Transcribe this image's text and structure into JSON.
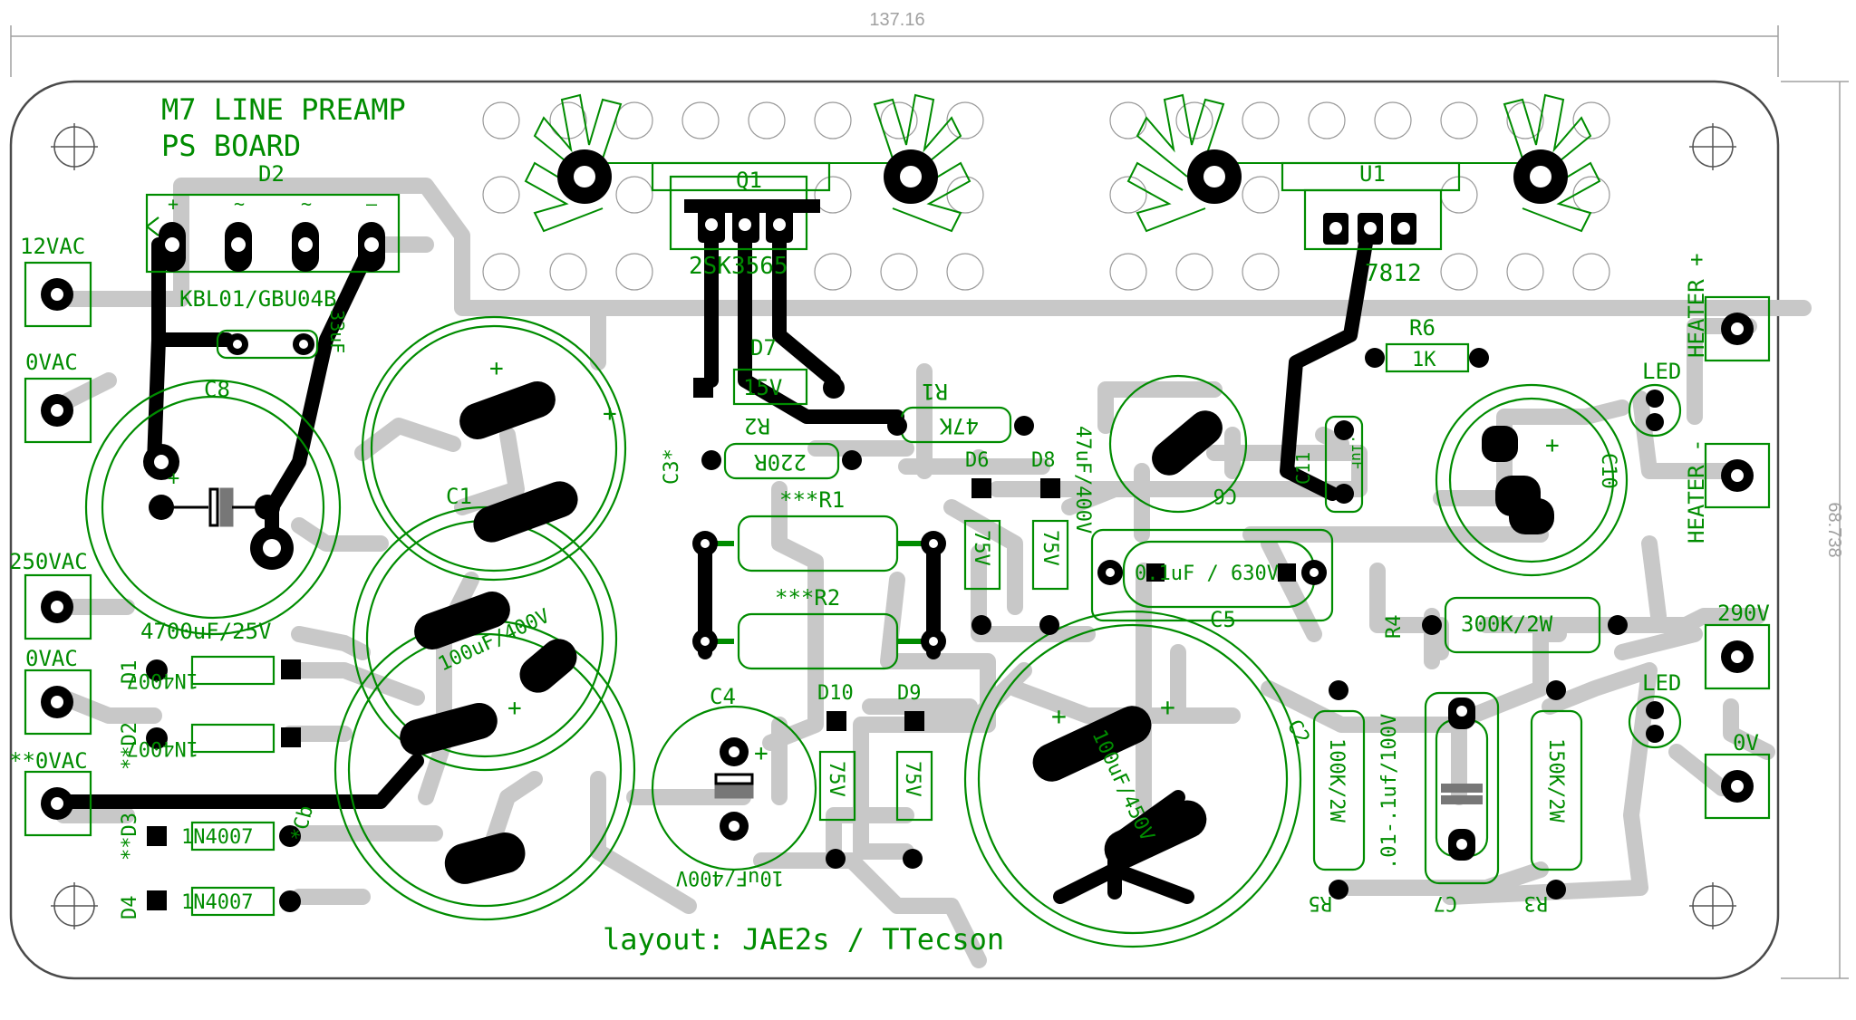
{
  "dimensions": {
    "width": "137.16",
    "height": "68.738"
  },
  "title": {
    "line1": "M7 LINE PREAMP",
    "line2": "PS BOARD"
  },
  "credit": "layout: JAE2s / TTecson",
  "colors": {
    "board_outline": "#4a4a4a",
    "trace": "#c8c8c8",
    "copper": "#000000",
    "silkscreen": "#008c00",
    "dimension": "#a0a0a0"
  },
  "connectors": {
    "c12vac": "12VAC",
    "c0vac_a": "0VAC",
    "c250vac": "250VAC",
    "c0vac_b": "0VAC",
    "c0vac_c": "**0VAC",
    "heater_pos": "HEATER +",
    "heater_neg": "HEATER -",
    "c290v": "290V",
    "c0v": "0V",
    "led1": "LED",
    "led2": "LED"
  },
  "components": {
    "d2_ref": "D2",
    "d2_value": "KBL01/GBU04B",
    "d2_plus": "+",
    "d2_ac1": "~",
    "d2_ac2": "~",
    "d2_minus": "–",
    "c8_ref": "C8",
    "c8_value": "4700uF/25V",
    "small_cap_value": ".33uF",
    "q1_ref": "Q1",
    "q1_value": "2SK3565",
    "u1_ref": "U1",
    "u1_value": "7812",
    "d7_ref": "D7",
    "d7_value": "15V",
    "r1_ref": "R1",
    "r1_value": "47K",
    "r2_ref": "R2",
    "r2_value": "220R",
    "c1_ref": "C1",
    "c1_value": "100uF/400V",
    "c2_ref": "C2",
    "c2_value": "100uF/450V",
    "c3_ref": "C3*",
    "cb_ref": "*Cb",
    "c4_ref": "C4",
    "c4_value": "10uF/400V",
    "c5_ref": "C5",
    "c5_value": "0.1uF / 630V",
    "c6_ref": "C6",
    "c6_value": "47uF/400V",
    "c7_ref": "C7",
    "c7_value": ".01-.1uf/100V",
    "c10_ref": "C10",
    "c11_ref": "C11",
    "c11_value": ".1uF",
    "r1_big": "***R1",
    "r2_big": "***R2",
    "r3_ref": "R3",
    "r3_value": "150K/2W",
    "r4_ref": "R4",
    "r4_value": "300K/2W",
    "r5_ref": "R5",
    "r5_value": "100K/2W",
    "r6_ref": "R6",
    "r6_value": "1K",
    "d1_ref": "D1",
    "d1_value": "1N4007",
    "d2d_ref": "**D2",
    "d2d_value": "1N4007",
    "d3_ref": "**D3",
    "d3_value": "1N4007",
    "d4_ref": "D4",
    "d4_value": "1N4007",
    "d6_ref": "D6",
    "d6_value": "75V",
    "d8_ref": "D8",
    "d8_value": "75V",
    "d9_ref": "D9",
    "d9_value": "75V",
    "d10_ref": "D10",
    "d10_value": "75V",
    "plus": "+"
  }
}
